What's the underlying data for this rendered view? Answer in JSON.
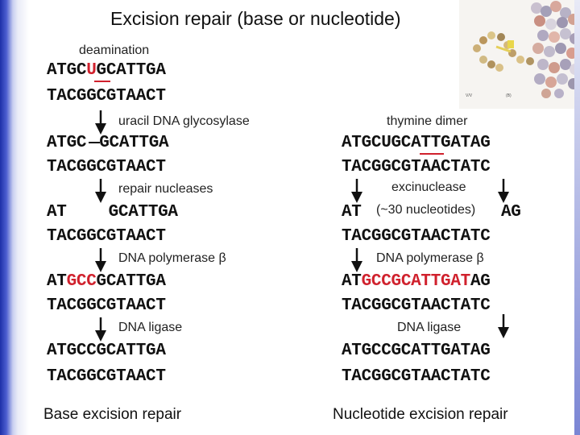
{
  "title": "Excision repair (base or nucleotide)",
  "left": {
    "step0_label": "deamination",
    "s1_top_a": "ATGC",
    "s1_top_u": "U",
    "s1_top_b": "GCATTGA",
    "s1_bot": "TACGGCGTAACT",
    "step1_label": "uracil DNA glycosylase",
    "s2_top_a": "ATGC",
    "s2_top_b": "GCATTGA",
    "s2_bot": "TACGGCGTAACT",
    "step2_label": "repair nucleases",
    "s3_top_a": "AT",
    "s3_top_b": "GCATTGA",
    "s3_bot": "TACGGCGTAACT",
    "step3_label": "DNA polymerase β",
    "s4_top_a": "AT",
    "s4_top_red": "GCC",
    "s4_top_b": "GCATTGA",
    "s4_bot": "TACGGCGTAACT",
    "step4_label": "DNA ligase",
    "s5_top": "ATGCCGCATTGA",
    "s5_bot": "TACGGCGTAACT",
    "footer": "Base excision repair"
  },
  "right": {
    "step0_label": "thymine dimer",
    "s1_top_a": "ATGCUGCA",
    "s1_top_tt": "TT",
    "s1_top_b": "GATAG",
    "s1_bot": "TACGGCGTAACTATC",
    "step1_label": "excinuclease",
    "s2_top_a": "AT",
    "s2_gap": "(~30 nucleotides)",
    "s2_top_b": "AG",
    "s2_bot": "TACGGCGTAACTATC",
    "step2_label": "DNA polymerase β",
    "s3_top_a": "AT",
    "s3_top_red": "GCCGCATTGAT",
    "s3_top_b": "AG",
    "s3_bot": "TACGGCGTAACTATC",
    "step3_label": "DNA ligase",
    "s4_top": "ATGCCGCATTGATAG",
    "s4_bot": "TACGGCGTAACTATC",
    "footer": "Nucleotide excision repair"
  },
  "colors": {
    "highlight": "#d0212d",
    "text": "#111111",
    "frame": "#1d2fa8"
  },
  "inset_icon": "dna-helix-image"
}
